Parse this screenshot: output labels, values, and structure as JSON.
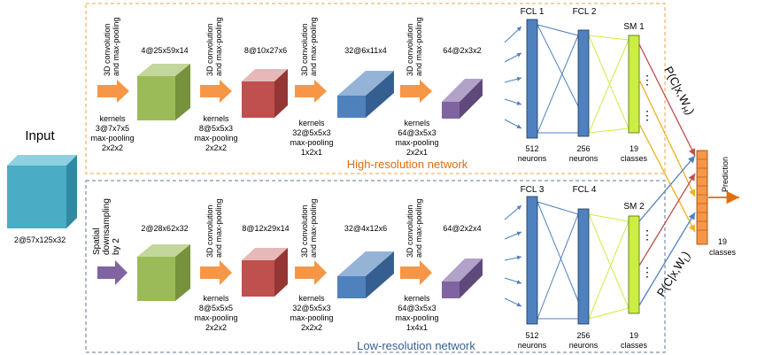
{
  "input": {
    "title": "Input",
    "dims": "2@57x125x32"
  },
  "high": {
    "label": "High-resolution network",
    "conv_caption": [
      "3D convolution",
      "and max-pooling"
    ],
    "cubes": [
      "4@25x59x14",
      "8@10x27x6",
      "32@6x11x4",
      "64@2x3x2"
    ],
    "params": [
      [
        "kernels",
        "3@7x7x5",
        "max-pooling",
        "2x2x2"
      ],
      [
        "kernels",
        "8@5x5x3",
        "max-pooling",
        "2x2x2"
      ],
      [
        "kernels",
        "32@5x5x3",
        "max-pooling",
        "1x2x1"
      ],
      [
        "kernels",
        "64@3x5x3",
        "max-pooling",
        "2x2x1"
      ]
    ],
    "fcl_a": "FCL 1",
    "fcl_b": "FCL 2",
    "sm": "SM 1",
    "prob": "P(C|x,W",
    "prob_sub": "H",
    "prob_end": ")"
  },
  "low": {
    "label": "Low-resolution network",
    "downsample": [
      "Spatial",
      "downsampling",
      "by 2"
    ],
    "conv_caption": [
      "3D convolution",
      "and max-pooling"
    ],
    "cubes": [
      "2@28x62x32",
      "8@12x29x14",
      "32@4x12x6",
      "64@2x2x4"
    ],
    "params": [
      [
        "kernels",
        "8@5x5x5",
        "max-pooling",
        "2x2x2"
      ],
      [
        "kernels",
        "32@5x5x3",
        "max-pooling",
        "2x2x2"
      ],
      [
        "kernels",
        "64@3x5x3",
        "max-pooling",
        "1x4x1"
      ]
    ],
    "fcl_a": "FCL 3",
    "fcl_b": "FCL 4",
    "sm": "SM 2",
    "prob": "P(C|x,W",
    "prob_sub": "L",
    "prob_end": ")"
  },
  "neurons": [
    "512",
    "neurons",
    "256",
    "neurons",
    "19",
    "classes"
  ],
  "output": {
    "count": "19",
    "classes": "classes",
    "prediction": "Prediction"
  },
  "colors": {
    "input": "#4bacc6",
    "green": "#9bbb59",
    "red": "#c0504d",
    "blue": "#4f81bd",
    "purple": "#8064a2",
    "orange": "#f79646",
    "sm": "#ccee44",
    "dash": "#f0a040",
    "dash_low": "#5a7a9a"
  }
}
